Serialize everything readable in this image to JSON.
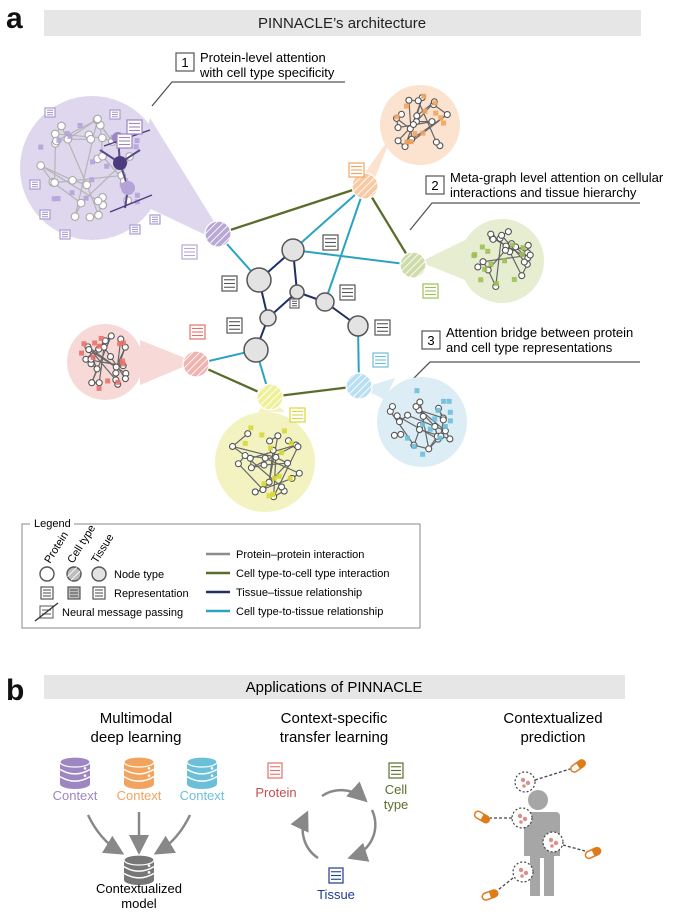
{
  "panel_a": {
    "label": "a",
    "title": "PINNACLE’s architecture",
    "callouts": [
      {
        "number": "1",
        "lines": [
          "Protein-level attention",
          "with cell type specificity"
        ]
      },
      {
        "number": "2",
        "lines": [
          "Meta-graph level attention on cellular",
          "interactions and tissue hierarchy"
        ]
      },
      {
        "number": "3",
        "lines": [
          "Attention bridge between protein",
          "and cell type representations"
        ]
      }
    ],
    "legend": {
      "title": "Legend",
      "col_headers": [
        "Protein",
        "Cell type",
        "Tissue"
      ],
      "row_labels": [
        "Node type",
        "Representation",
        "Neural message passing"
      ],
      "edges": [
        {
          "label": "Protein–protein interaction",
          "color": "#8c8c8c"
        },
        {
          "label": "Cell type-to-cell type interaction",
          "color": "#5a6e2c"
        },
        {
          "label": "Tissue–tissue relationship",
          "color": "#1f2f66"
        },
        {
          "label": "Cell type-to-tissue relationship",
          "color": "#2aa3c0"
        }
      ]
    }
  },
  "panel_b": {
    "label": "b",
    "title": "Applications of PINNACLE",
    "columns": [
      {
        "title_lines": [
          "Multimodal",
          "deep learning"
        ]
      },
      {
        "title_lines": [
          "Context-specific",
          "transfer learning"
        ]
      },
      {
        "title_lines": [
          "Contextualized",
          "prediction"
        ]
      }
    ],
    "contexts": [
      {
        "label": "Context",
        "color": "#9d86c1"
      },
      {
        "label": "Context",
        "color": "#f2a35e"
      },
      {
        "label": "Context",
        "color": "#6cbfd9"
      }
    ],
    "output_lines": [
      "Contextualized",
      "model"
    ],
    "transfer": {
      "protein": "Protein",
      "cell_type_lines": [
        "Cell",
        "type"
      ],
      "tissue": "Tissue"
    }
  },
  "colors": {
    "purple": "#b7a8d6",
    "orange": "#f8c9a3",
    "green": "#cfdcaa",
    "red": "#f0b3b0",
    "yellow": "#eef09a",
    "blue": "#b9dff0",
    "tissue_node": "#e3e3e3",
    "protein_text": "#c0504d",
    "celltype_text": "#5a6e2c",
    "tissue_text": "#1f3a8f"
  }
}
